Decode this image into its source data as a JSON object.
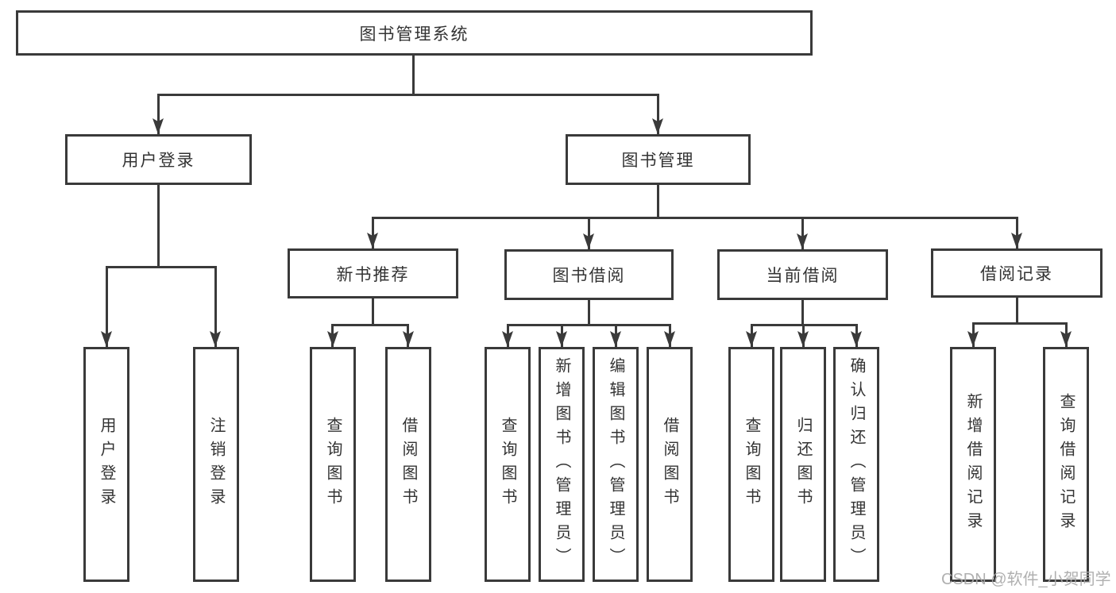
{
  "colors": {
    "line": "#3a3a3a",
    "text": "#333333",
    "background": "#ffffff",
    "watermark": "#a8a8a8"
  },
  "watermark": "CSDN @软件_小贺同学",
  "nodes": {
    "root": "图书管理系统",
    "user_login": "用户登录",
    "book_management": "图书管理",
    "new_book_recommend": "新书推荐",
    "book_borrow": "图书借阅",
    "current_borrow": "当前借阅",
    "borrow_record": "借阅记录",
    "leaf_user_login": "用户登录",
    "leaf_logout": "注销登录",
    "leaf_query_book_recommend": "查询图书",
    "leaf_borrow_book_recommend": "借阅图书",
    "leaf_query_book_borrow": "查询图书",
    "leaf_add_book_admin": "新增图书（管理员）",
    "leaf_edit_book_admin": "编辑图书（管理员）",
    "leaf_borrow_book_borrow": "借阅图书",
    "leaf_query_book_current": "查询图书",
    "leaf_return_book": "归还图书",
    "leaf_confirm_return_admin": "确认归还（管理员）",
    "leaf_add_borrow_record": "新增借阅记录",
    "leaf_query_borrow_record": "查询借阅记录"
  },
  "hierarchy": {
    "root": [
      "user_login",
      "book_management"
    ],
    "user_login": [
      "leaf_user_login",
      "leaf_logout"
    ],
    "book_management": [
      "new_book_recommend",
      "book_borrow",
      "current_borrow",
      "borrow_record"
    ],
    "new_book_recommend": [
      "leaf_query_book_recommend",
      "leaf_borrow_book_recommend"
    ],
    "book_borrow": [
      "leaf_query_book_borrow",
      "leaf_add_book_admin",
      "leaf_edit_book_admin",
      "leaf_borrow_book_borrow"
    ],
    "current_borrow": [
      "leaf_query_book_current",
      "leaf_return_book",
      "leaf_confirm_return_admin"
    ],
    "borrow_record": [
      "leaf_add_borrow_record",
      "leaf_query_borrow_record"
    ]
  }
}
